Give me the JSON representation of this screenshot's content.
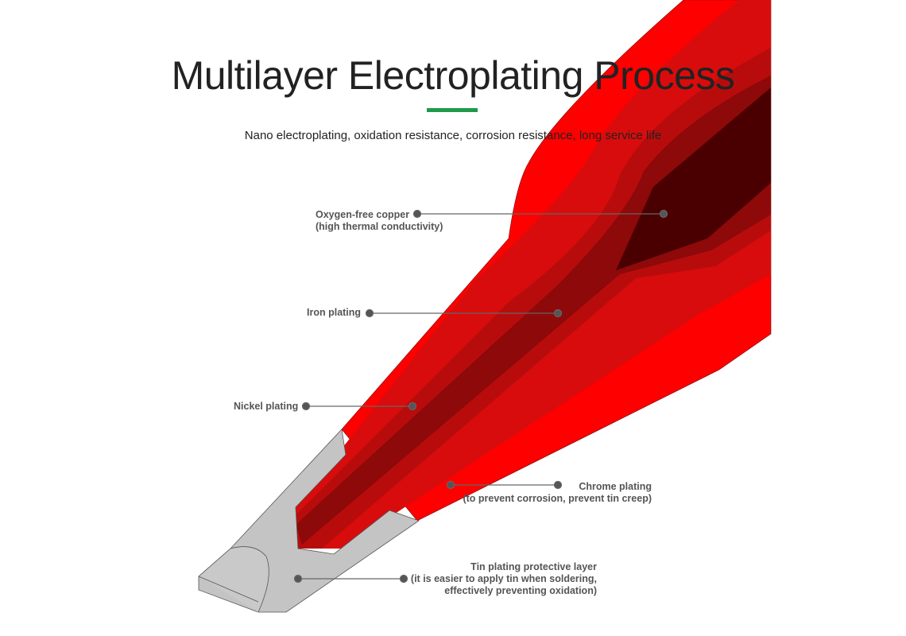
{
  "header": {
    "title": "Multilayer Electroplating Process",
    "subtitle": "Nano electroplating, oxidation resistance, corrosion resistance, long service life"
  },
  "labels": {
    "copper": [
      "Oxygen-free copper",
      "(high thermal conductivity)"
    ],
    "iron": "Iron plating",
    "nickel": "Nickel plating",
    "chrome": [
      "Chrome plating",
      "(to prevent corrosion, prevent tin creep)"
    ],
    "tin": [
      "Tin plating protective layer",
      "(it is easier to apply tin when soldering,",
      "effectively preventing oxidation)"
    ]
  },
  "colors": {
    "accent": "#1f9a4b",
    "red": "#ff0000",
    "tin": "#c4c4c4"
  }
}
